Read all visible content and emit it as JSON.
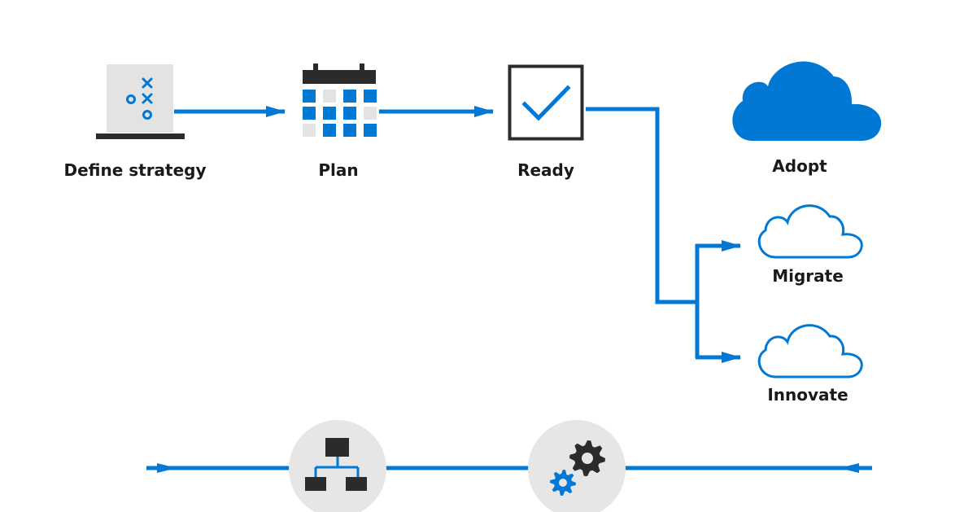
{
  "colors": {
    "accent": "#0078d4",
    "dark": "#2b2b2b",
    "light_gray": "#e3e3e3",
    "circle_gray": "#e6e6e6",
    "white": "#ffffff"
  },
  "steps": {
    "define_strategy": {
      "label": "Define strategy",
      "icon": "strategy-board-icon"
    },
    "plan": {
      "label": "Plan",
      "icon": "calendar-icon"
    },
    "ready": {
      "label": "Ready",
      "icon": "checkbox-icon"
    }
  },
  "adopt": {
    "label": "Adopt",
    "icon": "cloud-filled-icon",
    "branches": {
      "migrate": {
        "label": "Migrate",
        "icon": "cloud-outline-icon"
      },
      "innovate": {
        "label": "Innovate",
        "icon": "cloud-outline-icon"
      }
    }
  },
  "bottom": {
    "icons": [
      "hierarchy-icon",
      "gears-icon"
    ]
  }
}
